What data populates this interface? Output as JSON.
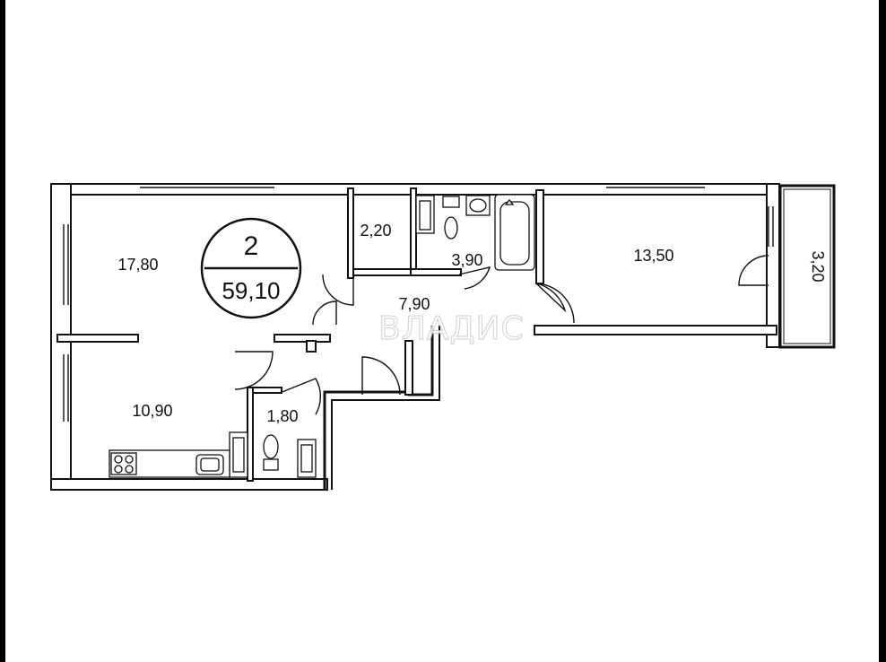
{
  "plan": {
    "rooms": {
      "living_room": {
        "label": "17,80"
      },
      "storage": {
        "label": "2,20"
      },
      "bathroom": {
        "label": "3,90"
      },
      "bedroom": {
        "label": "13,50"
      },
      "balcony": {
        "label": "3,20"
      },
      "hallway": {
        "label": "7,90"
      },
      "kitchen": {
        "label": "10,90"
      },
      "toilet": {
        "label": "1,80"
      }
    },
    "badge": {
      "rooms": "2",
      "total_area": "59,10"
    },
    "watermark": "ВЛАДИС"
  }
}
